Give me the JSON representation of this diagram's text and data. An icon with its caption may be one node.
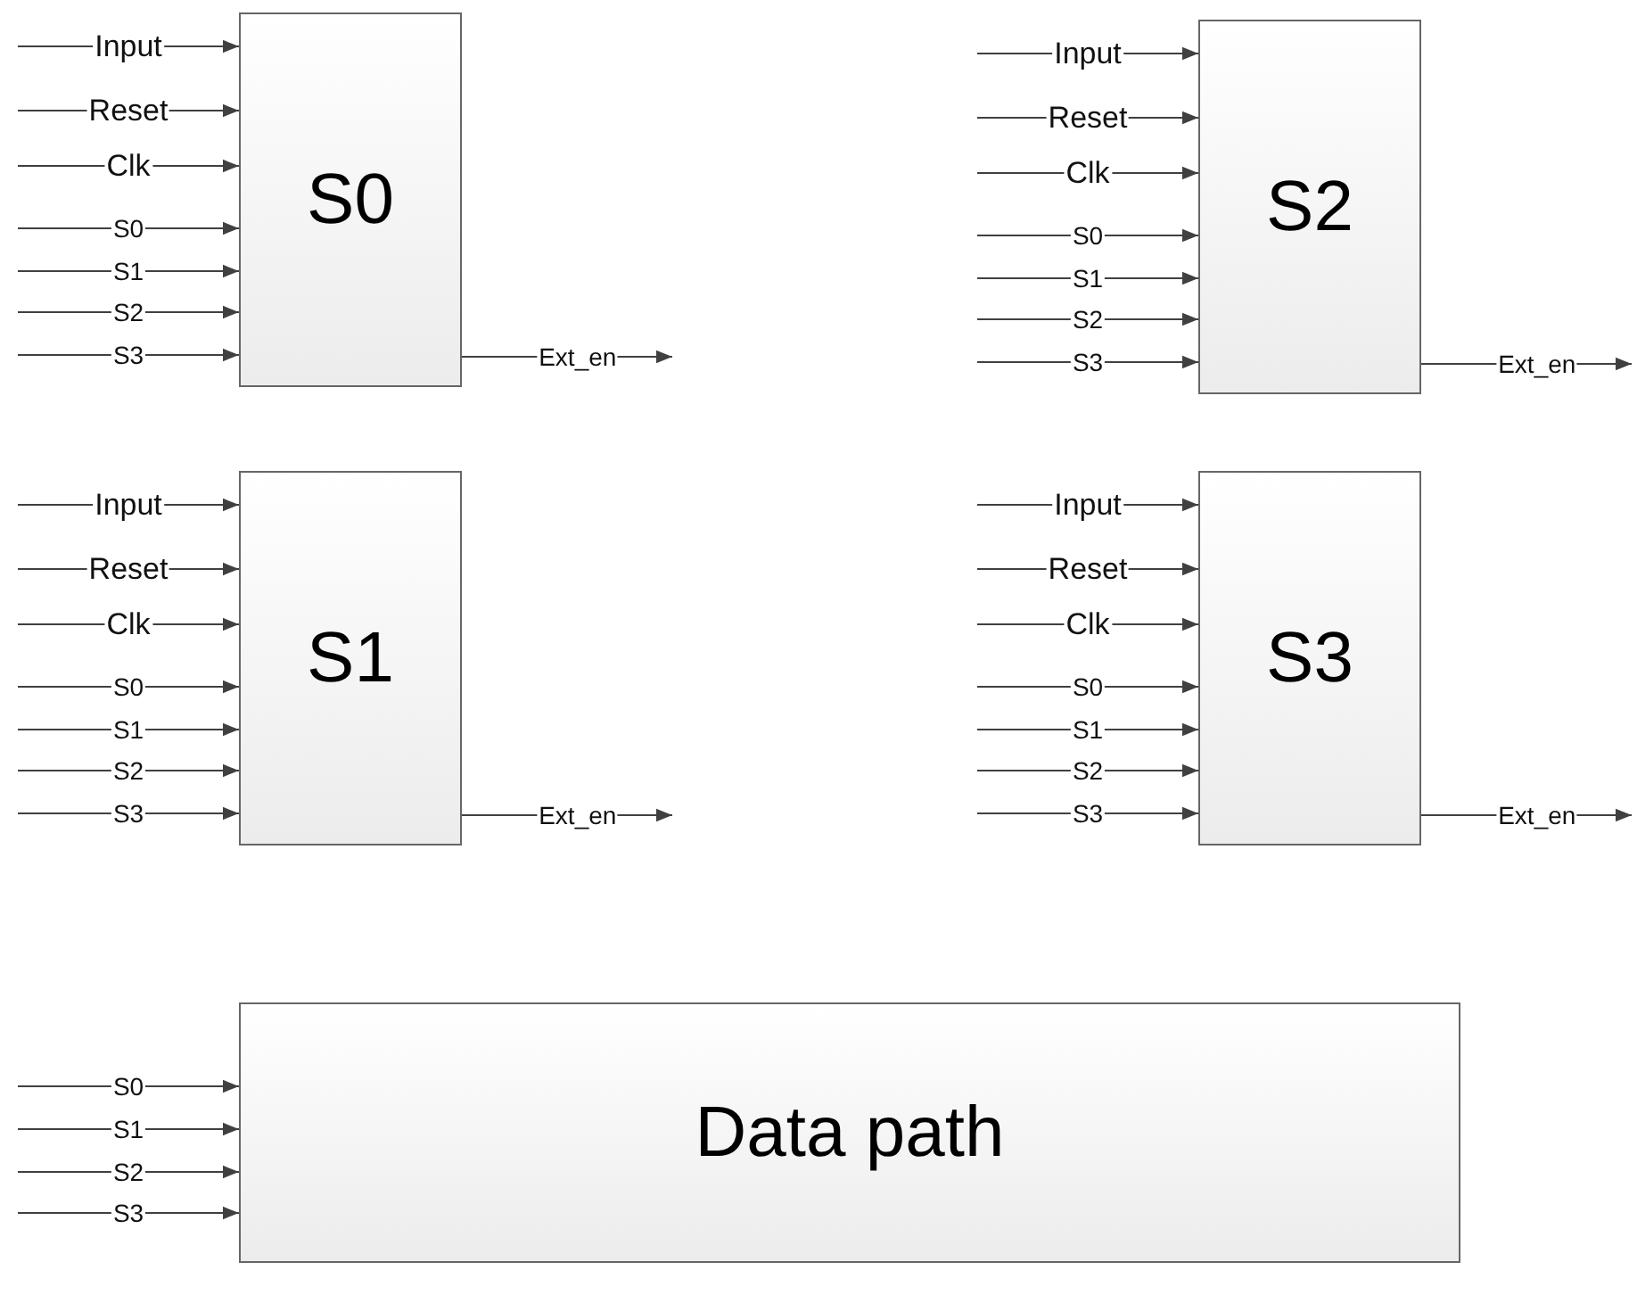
{
  "diagram": {
    "nodes": [
      {
        "text": [
          "S0"
        ]
      },
      {
        "text": [
          "S2"
        ]
      },
      {
        "text": [
          "S1"
        ]
      },
      {
        "text": [
          "S3"
        ]
      },
      {
        "text": [
          "Data path"
        ]
      }
    ],
    "edges": [
      {
        "from": null,
        "to": 0,
        "arrow": "to",
        "label": "Input"
      },
      {
        "from": null,
        "to": 0,
        "arrow": "to",
        "label": "Reset"
      },
      {
        "from": null,
        "to": 0,
        "arrow": "to",
        "label": "Clk"
      },
      {
        "from": null,
        "to": 0,
        "arrow": "to",
        "label": "S0"
      },
      {
        "from": null,
        "to": 0,
        "arrow": "to",
        "label": "S1"
      },
      {
        "from": null,
        "to": 0,
        "arrow": "to",
        "label": "S2"
      },
      {
        "from": null,
        "to": 0,
        "arrow": "to",
        "label": "S3"
      },
      {
        "from": 0,
        "to": null,
        "arrow": "to",
        "label": "Ext_en"
      },
      {
        "from": null,
        "to": 1,
        "arrow": "to",
        "label": "Input"
      },
      {
        "from": null,
        "to": 1,
        "arrow": "to",
        "label": "Reset"
      },
      {
        "from": null,
        "to": 1,
        "arrow": "to",
        "label": "Clk"
      },
      {
        "from": null,
        "to": 1,
        "arrow": "to",
        "label": "S0"
      },
      {
        "from": null,
        "to": 1,
        "arrow": "to",
        "label": "S1"
      },
      {
        "from": null,
        "to": 1,
        "arrow": "to",
        "label": "S2"
      },
      {
        "from": null,
        "to": 1,
        "arrow": "to",
        "label": "S3"
      },
      {
        "from": 1,
        "to": null,
        "arrow": "to",
        "label": "Ext_en"
      },
      {
        "from": null,
        "to": 2,
        "arrow": "to",
        "label": "Input"
      },
      {
        "from": null,
        "to": 2,
        "arrow": "to",
        "label": "Reset"
      },
      {
        "from": null,
        "to": 2,
        "arrow": "to",
        "label": "Clk"
      },
      {
        "from": null,
        "to": 2,
        "arrow": "to",
        "label": "S0"
      },
      {
        "from": null,
        "to": 2,
        "arrow": "to",
        "label": "S1"
      },
      {
        "from": null,
        "to": 2,
        "arrow": "to",
        "label": "S2"
      },
      {
        "from": null,
        "to": 2,
        "arrow": "to",
        "label": "S3"
      },
      {
        "from": 2,
        "to": null,
        "arrow": "to",
        "label": "Ext_en"
      },
      {
        "from": null,
        "to": 3,
        "arrow": "to",
        "label": "Input"
      },
      {
        "from": null,
        "to": 3,
        "arrow": "to",
        "label": "Reset"
      },
      {
        "from": null,
        "to": 3,
        "arrow": "to",
        "label": "Clk"
      },
      {
        "from": null,
        "to": 3,
        "arrow": "to",
        "label": "S0"
      },
      {
        "from": null,
        "to": 3,
        "arrow": "to",
        "label": "S1"
      },
      {
        "from": null,
        "to": 3,
        "arrow": "to",
        "label": "S2"
      },
      {
        "from": null,
        "to": 3,
        "arrow": "to",
        "label": "S3"
      },
      {
        "from": 3,
        "to": null,
        "arrow": "to",
        "label": "Ext_en"
      },
      {
        "from": null,
        "to": 4,
        "arrow": "to",
        "label": "S0"
      },
      {
        "from": null,
        "to": 4,
        "arrow": "to",
        "label": "S1"
      },
      {
        "from": null,
        "to": 4,
        "arrow": "to",
        "label": "S2"
      },
      {
        "from": null,
        "to": 4,
        "arrow": "to",
        "label": "S3"
      }
    ]
  }
}
